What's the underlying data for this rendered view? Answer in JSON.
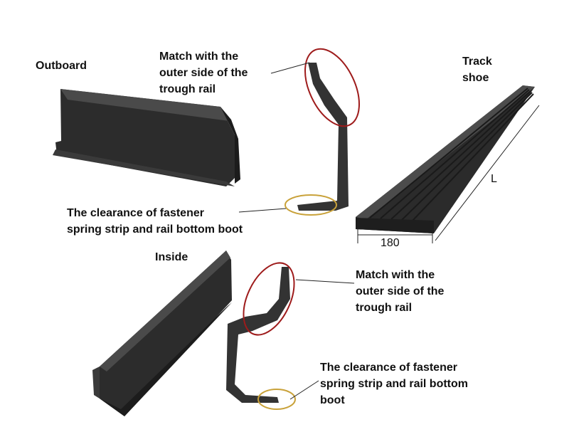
{
  "labels": {
    "outboard": "Outboard",
    "inside": "Inside",
    "track_shoe": [
      "Track",
      "shoe"
    ],
    "match_top": [
      "Match with the",
      "outer side of the",
      "trough rail"
    ],
    "clearance_top": [
      "The clearance of fastener",
      "spring strip and rail bottom boot"
    ],
    "match_bottom": [
      "Match with the",
      "outer side of the",
      "trough rail"
    ],
    "clearance_bottom": [
      "The clearance of fastener",
      "spring strip and rail bottom",
      "boot"
    ],
    "dim_length": "L",
    "dim_width": "180"
  },
  "colors": {
    "part_dark": "#2a2a2a",
    "part_mid": "#3d3d3d",
    "part_light": "#555555",
    "highlight_red": "#9e1b1b",
    "highlight_gold": "#c9a23a",
    "leader_line": "#222222"
  }
}
